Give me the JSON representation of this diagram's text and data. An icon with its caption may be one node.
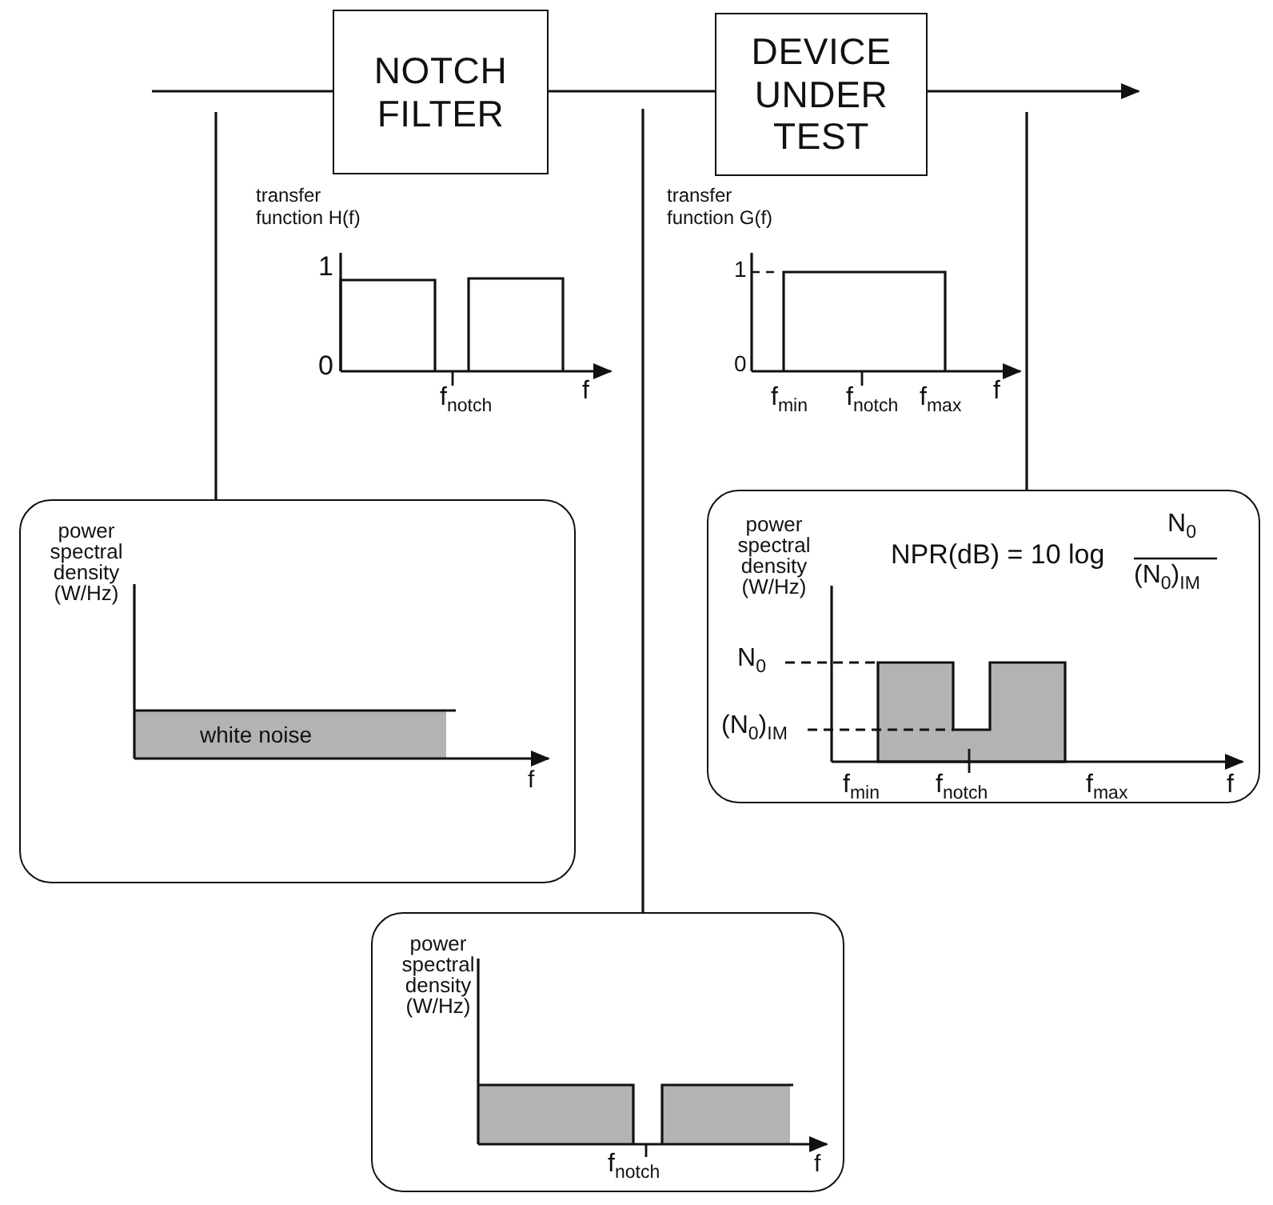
{
  "diagram": {
    "nodes": [
      {
        "text": [
          "NOTCH FILTER"
        ]
      },
      {
        "text": [
          "DEVICE UNDER TEST"
        ]
      },
      {
        "text": [
          "power spectral density (W/Hz)",
          "white noise",
          "f"
        ]
      },
      {
        "text": [
          "power spectral density (W/Hz)",
          "NPR(dB) = 10 log",
          "N$_{0}$",
          "(N$_{0}$)$_{IM}$",
          "N$_{0}$",
          "(N$_{0}$)$_{IM}$",
          "f$_{min}$",
          "f$_{notch}$",
          "f$_{max}$",
          "f"
        ]
      },
      {
        "text": [
          "power spectral density (W/Hz)",
          "f$_{notch}$",
          "f"
        ]
      }
    ],
    "edges": [
      {
        "from": null,
        "to": 0,
        "arrow": "none"
      },
      {
        "from": 0,
        "to": 1,
        "arrow": "none"
      },
      {
        "from": 1,
        "to": null,
        "arrow": "to"
      },
      {
        "from": null,
        "to": 2,
        "arrow": "none"
      },
      {
        "from": null,
        "to": 4,
        "arrow": "none"
      },
      {
        "from": null,
        "to": 3,
        "arrow": "none"
      }
    ],
    "labels": [
      "transfer function H(f)",
      "1",
      "0",
      "f$_{notch}$",
      "f",
      "transfer function G(f)",
      "1",
      "0",
      "f$_{min}$",
      "f$_{notch}$",
      "f$_{max}$",
      "f"
    ]
  }
}
